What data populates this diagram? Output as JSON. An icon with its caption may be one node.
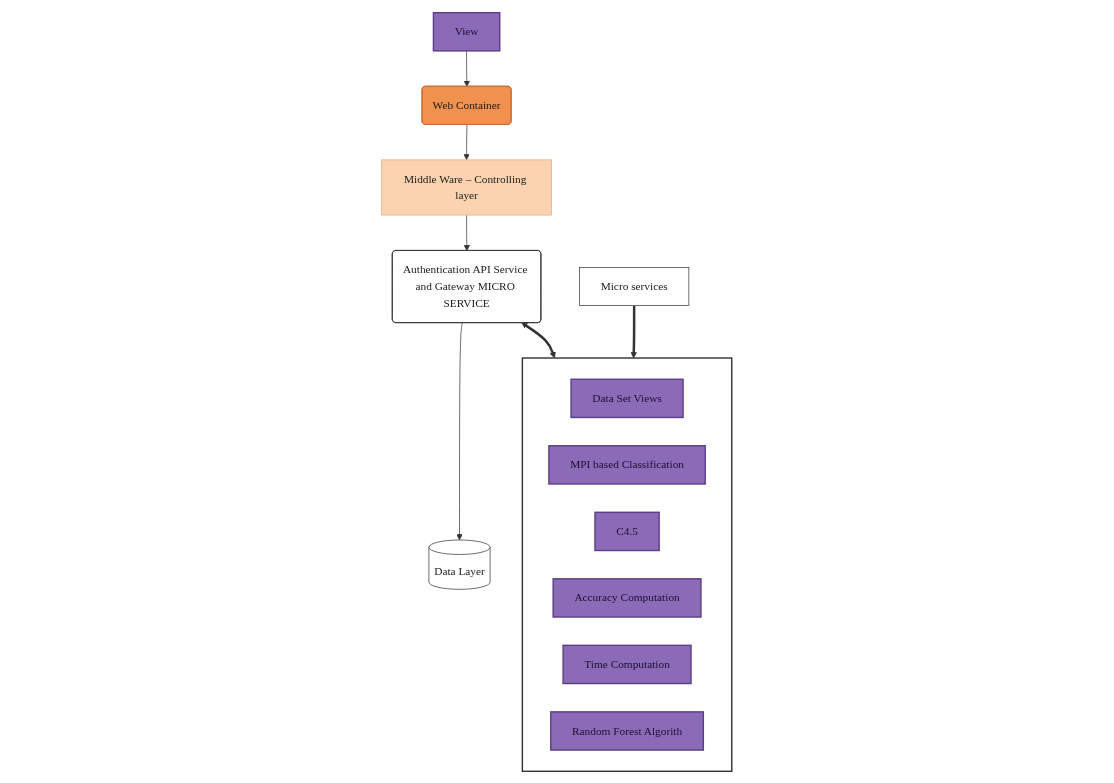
{
  "diagram": {
    "nodes": [
      {
        "text": [
          "View"
        ]
      },
      {
        "text": [
          "Web Container"
        ]
      },
      {
        "text": [
          "Middle Ware – Controlling layer"
        ]
      },
      {
        "text": [
          "Data Layer"
        ]
      },
      {
        "text": [
          "Micro services"
        ]
      },
      {
        "text": [
          "Authentication API Service and Gateway MICRO SERVICE"
        ]
      },
      {
        "text": [],
        "shape": "box"
      },
      {
        "text": [
          "Data Set Views"
        ],
        "in": 6
      },
      {
        "text": [
          "MPI based Classification"
        ],
        "in": 6
      },
      {
        "text": [
          "C4.5"
        ],
        "in": 6
      },
      {
        "text": [
          "Accuracy Computation"
        ],
        "in": 6
      },
      {
        "text": [
          "Time Computation"
        ],
        "in": 6
      },
      {
        "text": [
          "Random Forest Algorith"
        ],
        "in": 6
      }
    ],
    "edges": [
      {
        "from": 0,
        "to": 1,
        "arrow": "to"
      },
      {
        "from": 1,
        "to": 2,
        "arrow": "to"
      },
      {
        "from": 2,
        "to": 5,
        "arrow": "to"
      },
      {
        "from": 5,
        "to": 3,
        "arrow": "to"
      },
      {
        "from": 5,
        "to": 6,
        "arrow": "both",
        "style": "thick"
      },
      {
        "from": 4,
        "to": 6,
        "arrow": "to",
        "style": "thick"
      }
    ]
  }
}
